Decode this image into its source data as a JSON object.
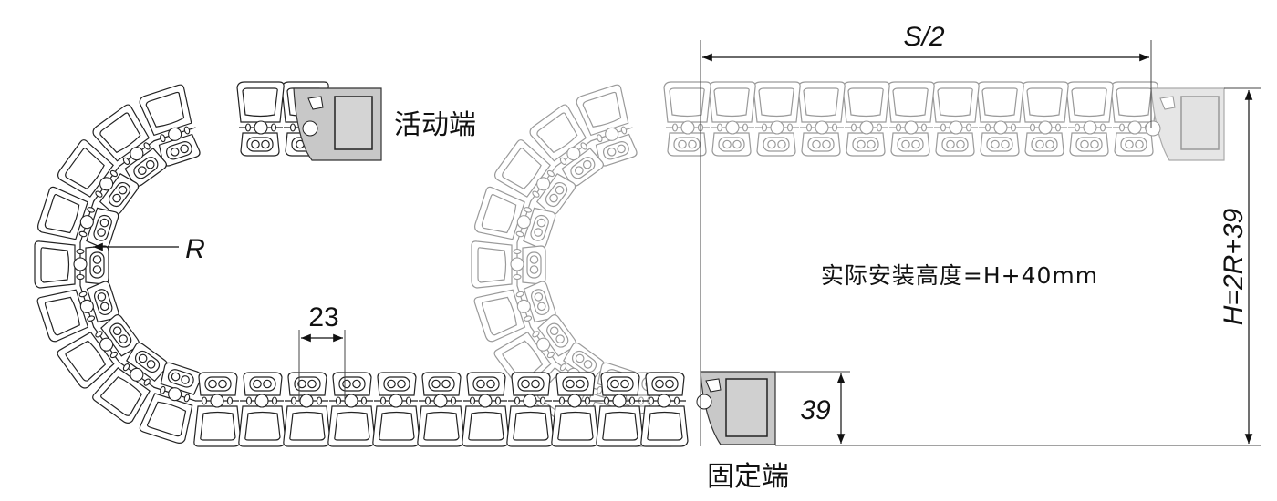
{
  "labels": {
    "moving_end": "活动端",
    "fixed_end": "固定端",
    "radius": "R",
    "pitch": "23",
    "half_stroke": "S/2",
    "end_height": "39",
    "total_height": "H=2R+39",
    "install_height": "实际安装高度=H+40mm"
  },
  "colors": {
    "line": "#222222",
    "ghost_line": "#9a9a9a",
    "bracket_fill": "#c8c8c8",
    "bracket_inner": "#d0d0d0"
  }
}
